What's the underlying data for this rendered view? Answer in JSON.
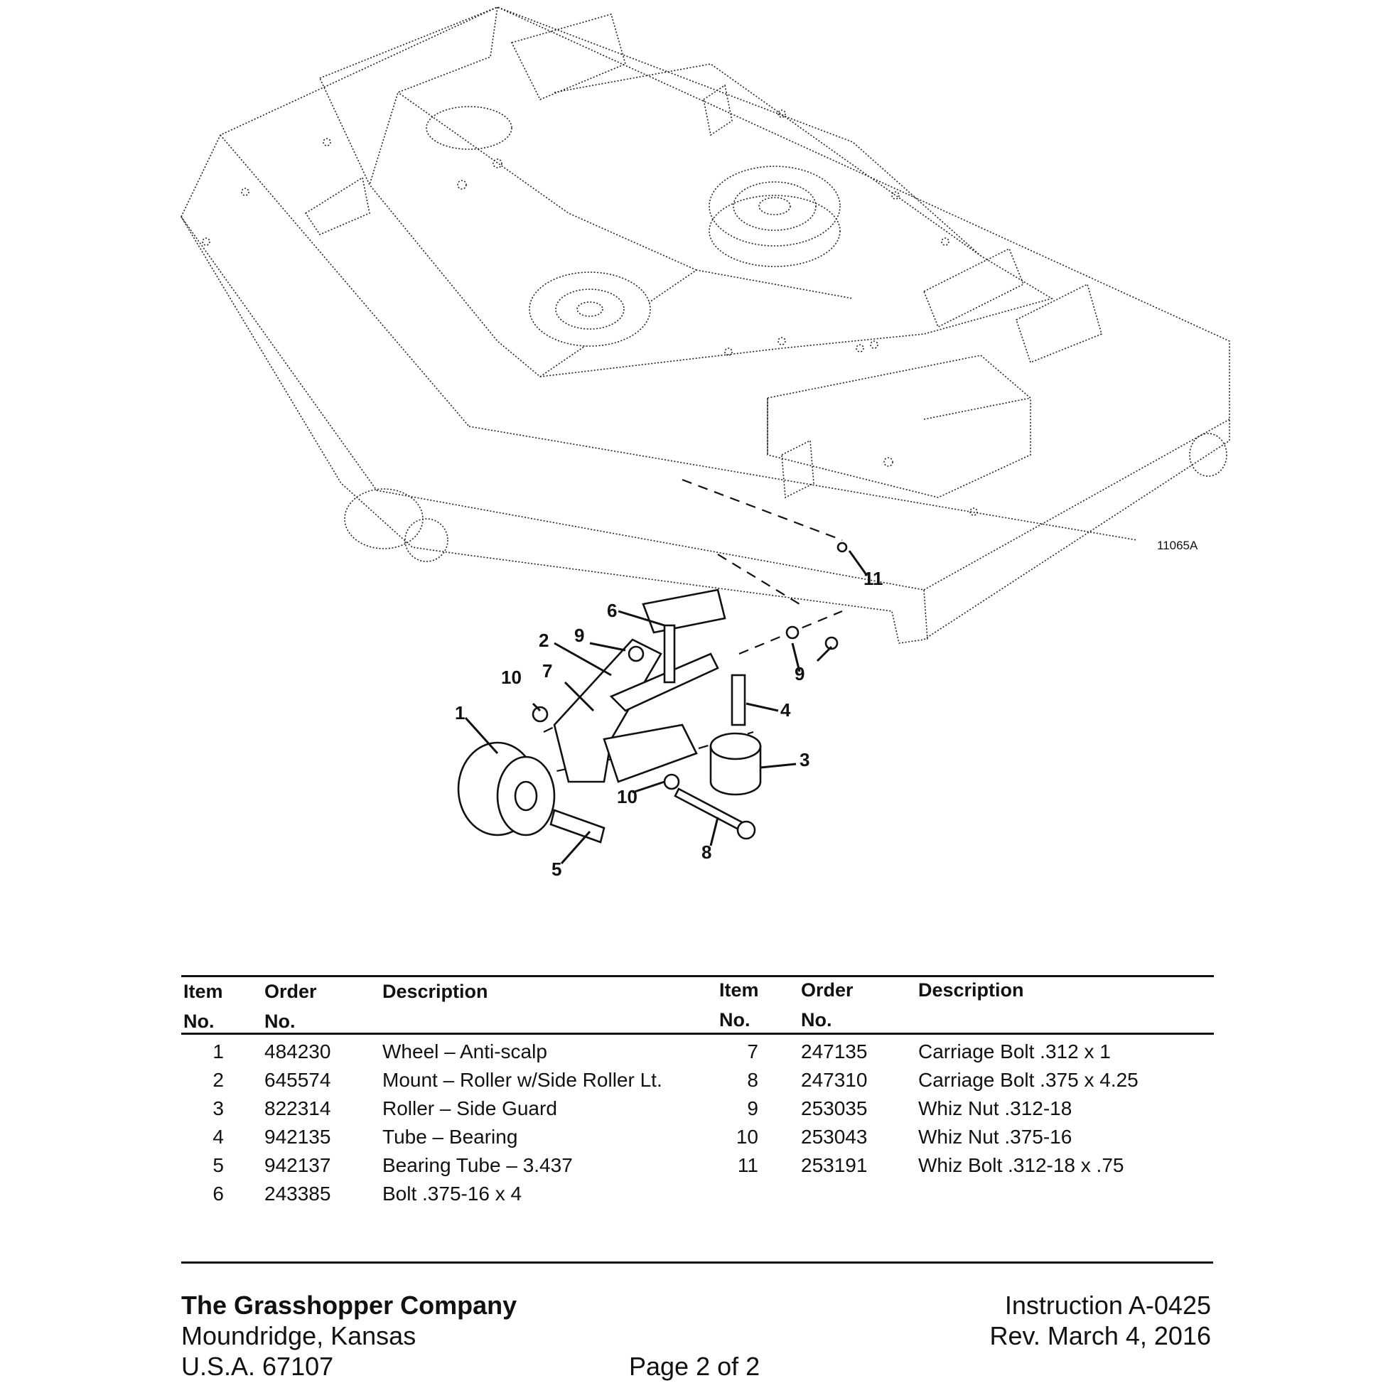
{
  "drawing": {
    "drawing_number": "11065A",
    "callouts": [
      "1",
      "2",
      "3",
      "4",
      "5",
      "6",
      "7",
      "8",
      "9",
      "9",
      "10",
      "10",
      "11"
    ]
  },
  "table": {
    "headers": {
      "item": [
        "Item",
        "No."
      ],
      "order": [
        "Order",
        "No."
      ],
      "description": "Description"
    },
    "left": [
      {
        "item": "1",
        "order": "484230",
        "description": "Wheel – Anti-scalp"
      },
      {
        "item": "2",
        "order": "645574",
        "description": "Mount – Roller w/Side Roller Lt."
      },
      {
        "item": "3",
        "order": "822314",
        "description": "Roller – Side Guard"
      },
      {
        "item": "4",
        "order": "942135",
        "description": "Tube – Bearing"
      },
      {
        "item": "5",
        "order": "942137",
        "description": "Bearing Tube – 3.437"
      },
      {
        "item": "6",
        "order": "243385",
        "description": "Bolt .375-16 x 4"
      }
    ],
    "right": [
      {
        "item": "7",
        "order": "247135",
        "description": "Carriage Bolt .312 x 1"
      },
      {
        "item": "8",
        "order": "247310",
        "description": "Carriage Bolt .375 x 4.25"
      },
      {
        "item": "9",
        "order": "253035",
        "description": "Whiz Nut .312-18"
      },
      {
        "item": "10",
        "order": "253043",
        "description": "Whiz Nut .375-16"
      },
      {
        "item": "11",
        "order": "253191",
        "description": "Whiz Bolt .312-18 x .75"
      }
    ]
  },
  "footer": {
    "company": "The Grasshopper Company",
    "city": "Moundridge, Kansas",
    "postal": "U.S.A. 67107",
    "page": "Page 2 of 2",
    "instruction": "Instruction A-0425",
    "revision": "Rev. March 4, 2016"
  }
}
